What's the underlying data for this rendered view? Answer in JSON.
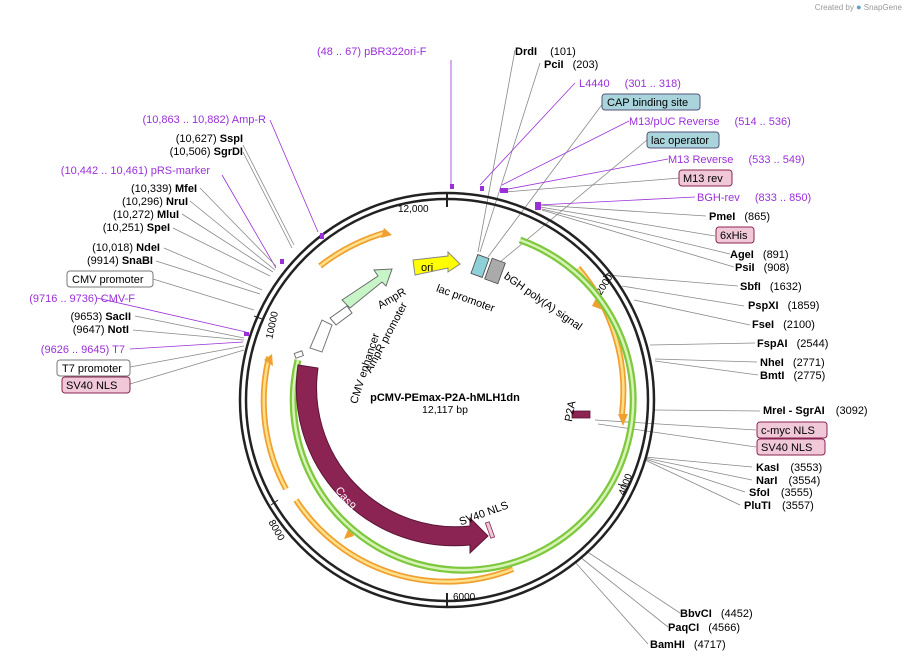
{
  "credit": {
    "prefix": "Created by",
    "brand": "SnapGene"
  },
  "plasmid": {
    "name": "pCMV-PEmax-P2A-hMLH1dn",
    "length": "12,117 bp"
  },
  "ticks": [
    "12,000",
    "2000",
    "4000",
    "6000",
    "8000",
    "10000"
  ],
  "left_labels": [
    {
      "kind": "primer",
      "pos": "(10,863 .. 10,882)",
      "name": "Amp-R"
    },
    {
      "kind": "enzyme",
      "pos": "(10,627)",
      "name": "SspI"
    },
    {
      "kind": "enzyme",
      "pos": "(10,506)",
      "name": "SgrDI"
    },
    {
      "kind": "primer",
      "pos": "(10,442 .. 10,461)",
      "name": "pRS-marker"
    },
    {
      "kind": "enzyme",
      "pos": "(10,339)",
      "name": "MfeI"
    },
    {
      "kind": "enzyme",
      "pos": "(10,296)",
      "name": "NruI"
    },
    {
      "kind": "enzyme",
      "pos": "(10,272)",
      "name": "MluI"
    },
    {
      "kind": "enzyme",
      "pos": "(10,251)",
      "name": "SpeI"
    },
    {
      "kind": "enzyme",
      "pos": "(10,018)",
      "name": "NdeI"
    },
    {
      "kind": "enzyme",
      "pos": "(9914)",
      "name": "SnaBI"
    },
    {
      "kind": "box",
      "name": "CMV promoter"
    },
    {
      "kind": "primer",
      "pos": "(9716 .. 9736)",
      "name": "CMV-F"
    },
    {
      "kind": "enzyme",
      "pos": "(9653)",
      "name": "SacII"
    },
    {
      "kind": "enzyme",
      "pos": "(9647)",
      "name": "NotI"
    },
    {
      "kind": "primer",
      "pos": "(9626 .. 9645)",
      "name": "T7"
    },
    {
      "kind": "box",
      "name": "T7 promoter"
    },
    {
      "kind": "box",
      "name": "SV40 NLS"
    }
  ],
  "right_labels": [
    {
      "kind": "primer",
      "pos": "(48 .. 67)",
      "name": "pBR322ori-F"
    },
    {
      "kind": "enzyme",
      "pos": "(101)",
      "name": "DrdI"
    },
    {
      "kind": "enzyme",
      "pos": "(203)",
      "name": "PciI"
    },
    {
      "kind": "primer",
      "pos": "(301 .. 318)",
      "name": "L4440"
    },
    {
      "kind": "box",
      "name": "CAP binding site"
    },
    {
      "kind": "primer",
      "pos": "(514 .. 536)",
      "name": "M13/pUC Reverse"
    },
    {
      "kind": "box",
      "name": "lac operator"
    },
    {
      "kind": "primer",
      "pos": "(533 .. 549)",
      "name": "M13 Reverse"
    },
    {
      "kind": "box",
      "name": "M13 rev"
    },
    {
      "kind": "primer",
      "pos": "(833 .. 850)",
      "name": "BGH-rev"
    },
    {
      "kind": "enzyme",
      "pos": "(865)",
      "name": "PmeI"
    },
    {
      "kind": "box",
      "name": "6xHis"
    },
    {
      "kind": "enzyme",
      "pos": "(891)",
      "name": "AgeI"
    },
    {
      "kind": "enzyme",
      "pos": "(908)",
      "name": "PsiI"
    },
    {
      "kind": "enzyme",
      "pos": "(1632)",
      "name": "SbfI"
    },
    {
      "kind": "enzyme",
      "pos": "(1859)",
      "name": "PspXI"
    },
    {
      "kind": "enzyme",
      "pos": "(2100)",
      "name": "FseI"
    },
    {
      "kind": "enzyme",
      "pos": "(2544)",
      "name": "FspAI"
    },
    {
      "kind": "enzyme",
      "pos": "(2771)",
      "name": "NheI"
    },
    {
      "kind": "enzyme",
      "pos": "(2775)",
      "name": "BmtI"
    },
    {
      "kind": "enzyme",
      "pos": "(3092)",
      "name": "MreI - SgrAI"
    },
    {
      "kind": "box",
      "name": "c-myc NLS"
    },
    {
      "kind": "box",
      "name": "SV40 NLS"
    },
    {
      "kind": "enzyme",
      "pos": "(3553)",
      "name": "KasI"
    },
    {
      "kind": "enzyme",
      "pos": "(3554)",
      "name": "NarI"
    },
    {
      "kind": "enzyme",
      "pos": "(3555)",
      "name": "SfoI"
    },
    {
      "kind": "enzyme",
      "pos": "(3557)",
      "name": "PluTI"
    },
    {
      "kind": "enzyme",
      "pos": "(4452)",
      "name": "BbvCI"
    },
    {
      "kind": "enzyme",
      "pos": "(4566)",
      "name": "PaqCI"
    },
    {
      "kind": "enzyme",
      "pos": "(4717)",
      "name": "BamHI"
    }
  ],
  "inner_labels": {
    "ori": "ori",
    "ampr": "AmpR",
    "ampr_promoter": "AmpR promoter",
    "cmv_enhancer": "CMV enhancer",
    "lac_promoter": "lac promoter",
    "bgh": "bGH poly(A) signal",
    "p2a": "P2A",
    "cas9": "Cas9",
    "sv40_nls": "SV40 NLS"
  },
  "colors": {
    "primer": "#9b30d9",
    "cas9": "#8b2452",
    "orange_arc": "#f0a030",
    "green_arc": "#7ec83e",
    "ori": "#ffff00",
    "ampr": "#c8f5c8",
    "cap_box": "#a9d4dc",
    "nls_box": "#f0c8d8",
    "his_box": "#f0c8d8"
  }
}
